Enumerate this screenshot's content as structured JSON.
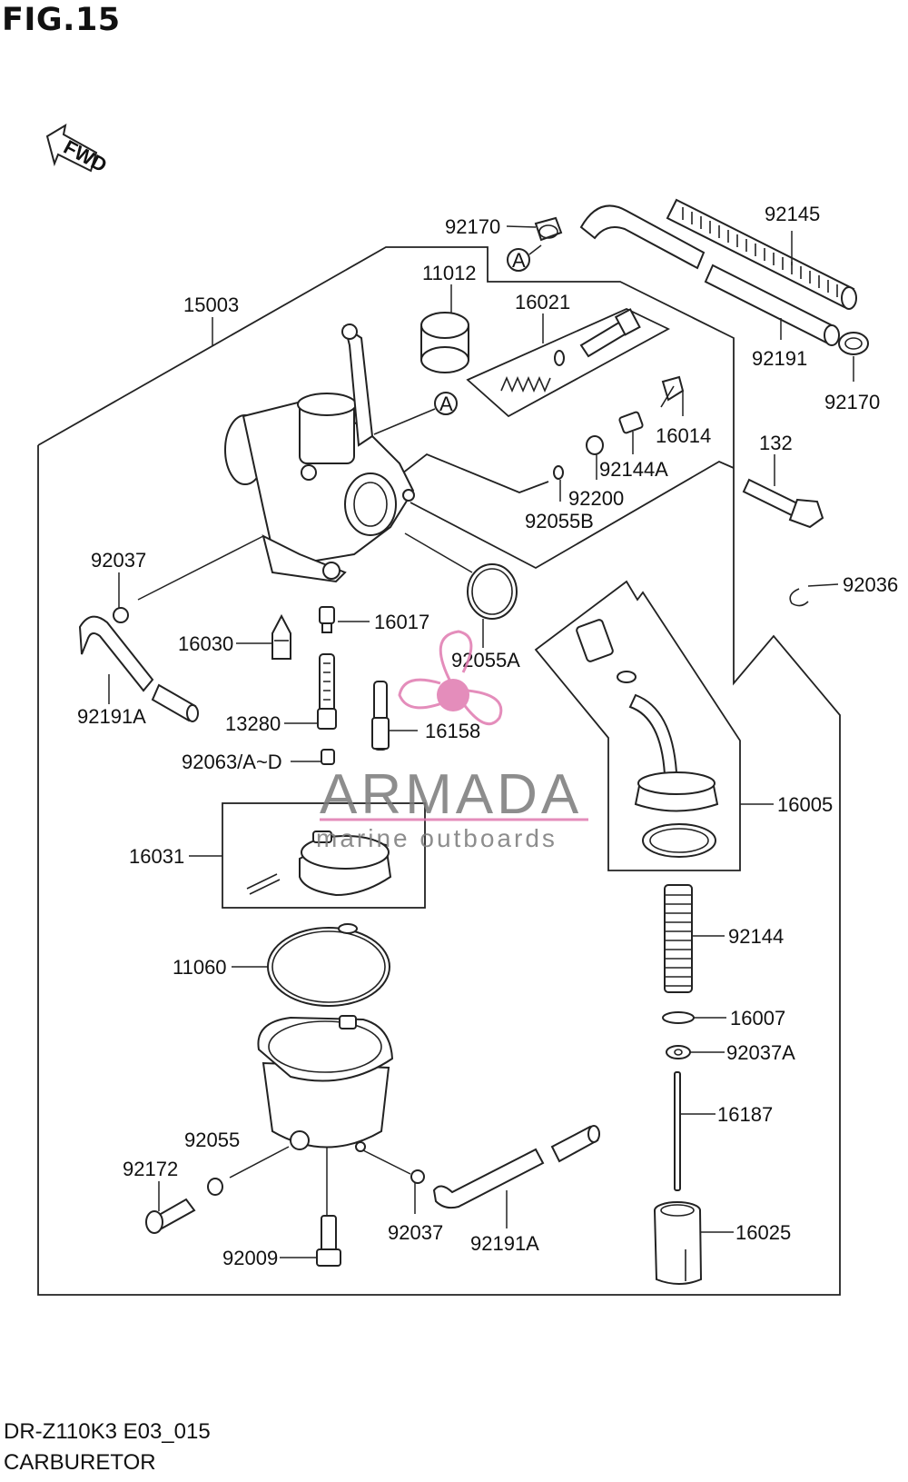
{
  "figure": {
    "title": "FIG.15",
    "model_code": "DR-Z110K3 E03_015",
    "section_name": "CARBURETOR",
    "fwd_label": "FWD",
    "ref_marker": "A"
  },
  "watermark": {
    "brand": "ARMADA",
    "tagline": "marine outboards",
    "accent_color": "#e07ab0",
    "text_color": "#7a7a7a"
  },
  "callouts": [
    {
      "id": "c-92170-top",
      "label": "92170"
    },
    {
      "id": "c-92145",
      "label": "92145"
    },
    {
      "id": "c-11012",
      "label": "11012"
    },
    {
      "id": "c-15003",
      "label": "15003"
    },
    {
      "id": "c-16021",
      "label": "16021"
    },
    {
      "id": "c-92191",
      "label": "92191"
    },
    {
      "id": "c-92170-right",
      "label": "92170"
    },
    {
      "id": "c-16014",
      "label": "16014"
    },
    {
      "id": "c-132",
      "label": "132"
    },
    {
      "id": "c-92144A",
      "label": "92144A"
    },
    {
      "id": "c-92200",
      "label": "92200"
    },
    {
      "id": "c-92055B",
      "label": "92055B"
    },
    {
      "id": "c-92036",
      "label": "92036"
    },
    {
      "id": "c-92037-top",
      "label": "92037"
    },
    {
      "id": "c-16017",
      "label": "16017"
    },
    {
      "id": "c-16030",
      "label": "16030"
    },
    {
      "id": "c-92055A",
      "label": "92055A"
    },
    {
      "id": "c-92191A-left",
      "label": "92191A"
    },
    {
      "id": "c-13280",
      "label": "13280"
    },
    {
      "id": "c-16158",
      "label": "16158"
    },
    {
      "id": "c-92063",
      "label": "92063/A~D"
    },
    {
      "id": "c-16005",
      "label": "16005"
    },
    {
      "id": "c-16031",
      "label": "16031"
    },
    {
      "id": "c-92144",
      "label": "92144"
    },
    {
      "id": "c-11060",
      "label": "11060"
    },
    {
      "id": "c-16007",
      "label": "16007"
    },
    {
      "id": "c-92037A",
      "label": "92037A"
    },
    {
      "id": "c-16187",
      "label": "16187"
    },
    {
      "id": "c-92055",
      "label": "92055"
    },
    {
      "id": "c-92172",
      "label": "92172"
    },
    {
      "id": "c-92037-bottom",
      "label": "92037"
    },
    {
      "id": "c-92191A-bottom",
      "label": "92191A"
    },
    {
      "id": "c-16025",
      "label": "16025"
    },
    {
      "id": "c-92009",
      "label": "92009"
    }
  ]
}
